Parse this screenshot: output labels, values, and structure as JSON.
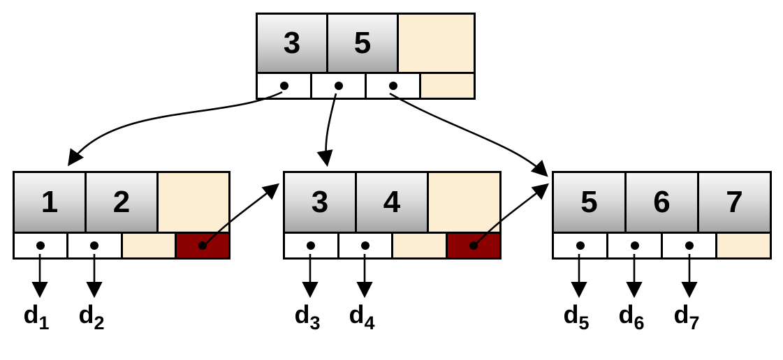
{
  "diagram": {
    "kind": "b-plus-tree",
    "colors": {
      "border": "#000000",
      "empty_cell": "#fbeed3",
      "sibling_pointer_cell": "#8b0000",
      "pointer_dot": "#000000",
      "key_cell_top": "#f7f7f7",
      "key_cell_bottom": "#a6a6a6"
    },
    "root": {
      "keys": [
        "3",
        "5"
      ],
      "pointer_cells": [
        "dot",
        "dot",
        "dot",
        "empty"
      ]
    },
    "leaves": [
      {
        "keys": [
          "1",
          "2"
        ],
        "pointer_cells": [
          "dot",
          "dot",
          "empty",
          "sibling-dot"
        ]
      },
      {
        "keys": [
          "3",
          "4"
        ],
        "pointer_cells": [
          "dot",
          "dot",
          "empty",
          "sibling-dot"
        ]
      },
      {
        "keys": [
          "5",
          "6",
          "7"
        ],
        "pointer_cells": [
          "dot",
          "dot",
          "dot",
          "empty"
        ]
      }
    ],
    "data_labels": [
      {
        "base": "d",
        "sub": "1"
      },
      {
        "base": "d",
        "sub": "2"
      },
      {
        "base": "d",
        "sub": "3"
      },
      {
        "base": "d",
        "sub": "4"
      },
      {
        "base": "d",
        "sub": "5"
      },
      {
        "base": "d",
        "sub": "6"
      },
      {
        "base": "d",
        "sub": "7"
      }
    ]
  }
}
